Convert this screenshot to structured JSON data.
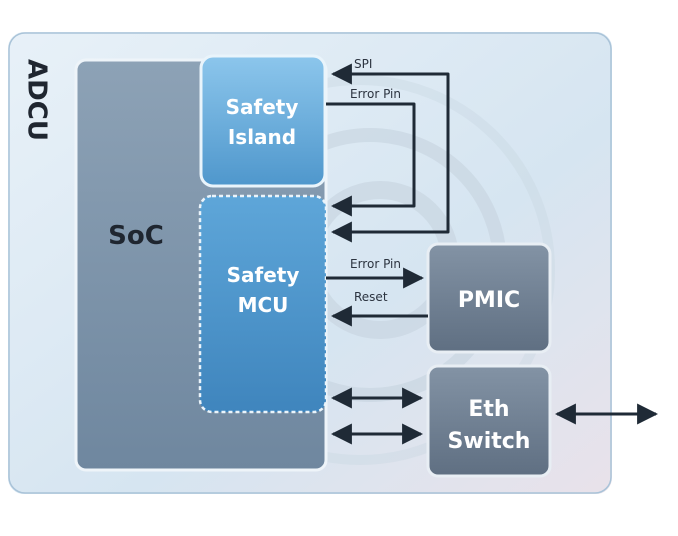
{
  "container": {
    "label": "ADCU"
  },
  "blocks": {
    "soc": "SoC",
    "safety_island_line1": "Safety",
    "safety_island_line2": "Island",
    "safety_mcu_line1": "Safety",
    "safety_mcu_line2": "MCU",
    "pmic": "PMIC",
    "eth_switch_line1": "Eth",
    "eth_switch_line2": "Switch"
  },
  "signals": {
    "spi": "SPI",
    "error_pin_island": "Error Pin",
    "error_pin_mcu": "Error Pin",
    "reset": "Reset"
  },
  "colors": {
    "adcu_fill": "#dbe8f2",
    "soc_fill": "#7f97ad",
    "safety_fill": "#5ea6d6",
    "gray_block": "#6f7f92",
    "arrow": "#1f2a36",
    "text_dark": "#2c3440",
    "text_light": "#ffffff"
  }
}
